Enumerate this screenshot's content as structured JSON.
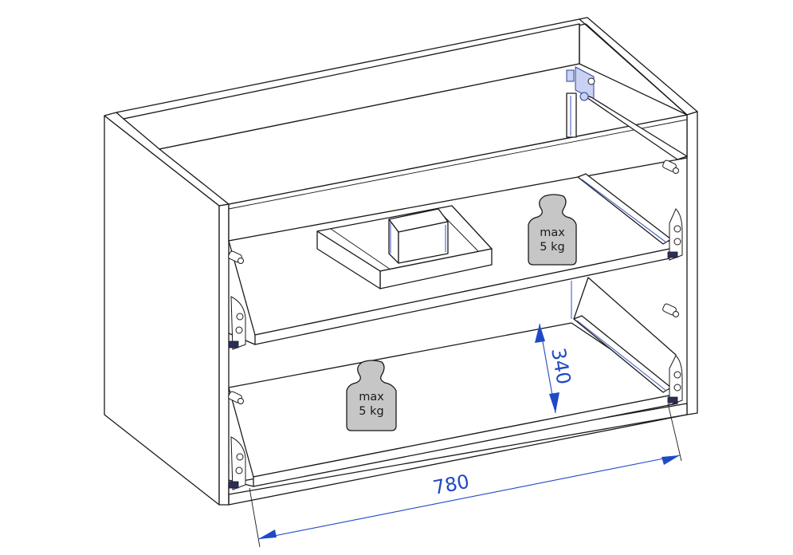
{
  "diagram": {
    "subject": "Wall cabinet with two pull-out drawers",
    "drawers": [
      {
        "name": "upper-drawer",
        "load_label_line1": "max",
        "load_label_line2": "5 kg",
        "has_organizer_insert": true
      },
      {
        "name": "lower-drawer",
        "load_label_line1": "max",
        "load_label_line2": "5 kg",
        "has_organizer_insert": false
      }
    ],
    "dimensions": {
      "width": {
        "value": "780",
        "orientation": "horizontal"
      },
      "drawer_height": {
        "value": "340",
        "orientation": "vertical"
      }
    },
    "colors": {
      "line": "#1a1a1a",
      "dimension": "#1f49c7",
      "weight_badge": "#c6c6c6",
      "hardware_accent": "#4a5fc0"
    }
  }
}
